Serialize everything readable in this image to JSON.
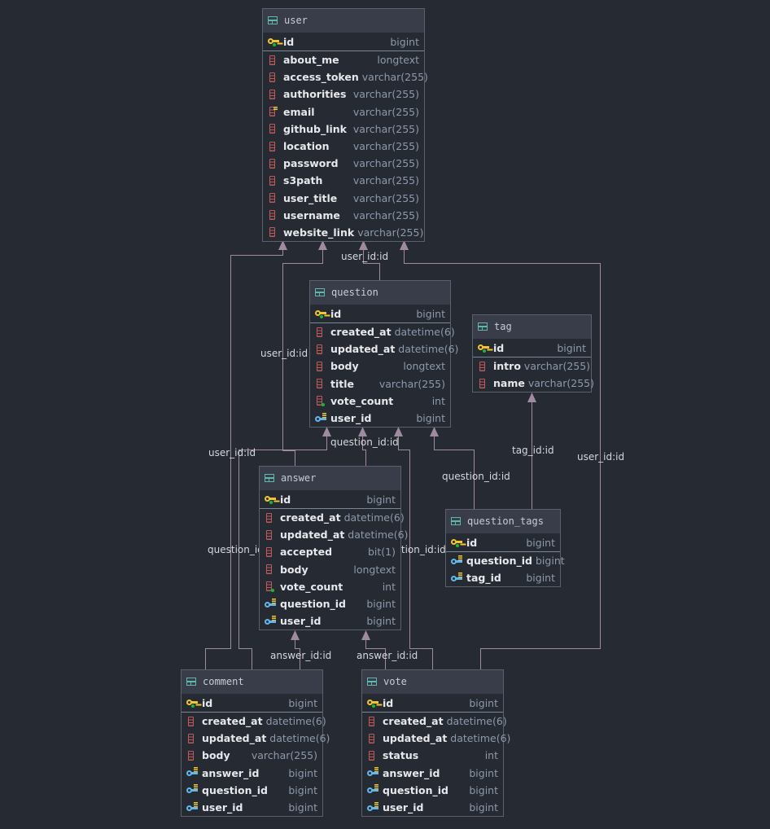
{
  "diagram": {
    "line_color": "#a08aa0",
    "tables": {
      "user": {
        "name": "user",
        "columns": [
          {
            "name": "id",
            "type": "bigint",
            "kind": "primary-key"
          },
          {
            "name": "about_me",
            "type": "longtext",
            "kind": "column"
          },
          {
            "name": "access_token",
            "type": "varchar(255)",
            "kind": "column"
          },
          {
            "name": "authorities",
            "type": "varchar(255)",
            "kind": "column"
          },
          {
            "name": "email",
            "type": "varchar(255)",
            "kind": "unique-column"
          },
          {
            "name": "github_link",
            "type": "varchar(255)",
            "kind": "column"
          },
          {
            "name": "location",
            "type": "varchar(255)",
            "kind": "column"
          },
          {
            "name": "password",
            "type": "varchar(255)",
            "kind": "column"
          },
          {
            "name": "s3path",
            "type": "varchar(255)",
            "kind": "column"
          },
          {
            "name": "user_title",
            "type": "varchar(255)",
            "kind": "column"
          },
          {
            "name": "username",
            "type": "varchar(255)",
            "kind": "column"
          },
          {
            "name": "website_link",
            "type": "varchar(255)",
            "kind": "column"
          }
        ]
      },
      "question": {
        "name": "question",
        "columns": [
          {
            "name": "id",
            "type": "bigint",
            "kind": "primary-key"
          },
          {
            "name": "created_at",
            "type": "datetime(6)",
            "kind": "column"
          },
          {
            "name": "updated_at",
            "type": "datetime(6)",
            "kind": "column"
          },
          {
            "name": "body",
            "type": "longtext",
            "kind": "column"
          },
          {
            "name": "title",
            "type": "varchar(255)",
            "kind": "column"
          },
          {
            "name": "vote_count",
            "type": "int",
            "kind": "not-null-column"
          },
          {
            "name": "user_id",
            "type": "bigint",
            "kind": "foreign-key"
          }
        ]
      },
      "tag": {
        "name": "tag",
        "columns": [
          {
            "name": "id",
            "type": "bigint",
            "kind": "primary-key"
          },
          {
            "name": "intro",
            "type": "varchar(255)",
            "kind": "column"
          },
          {
            "name": "name",
            "type": "varchar(255)",
            "kind": "column"
          }
        ]
      },
      "answer": {
        "name": "answer",
        "columns": [
          {
            "name": "id",
            "type": "bigint",
            "kind": "primary-key"
          },
          {
            "name": "created_at",
            "type": "datetime(6)",
            "kind": "column"
          },
          {
            "name": "updated_at",
            "type": "datetime(6)",
            "kind": "column"
          },
          {
            "name": "accepted",
            "type": "bit(1)",
            "kind": "column"
          },
          {
            "name": "body",
            "type": "longtext",
            "kind": "column"
          },
          {
            "name": "vote_count",
            "type": "int",
            "kind": "not-null-column"
          },
          {
            "name": "question_id",
            "type": "bigint",
            "kind": "foreign-key"
          },
          {
            "name": "user_id",
            "type": "bigint",
            "kind": "foreign-key"
          }
        ]
      },
      "question_tags": {
        "name": "question_tags",
        "columns": [
          {
            "name": "id",
            "type": "bigint",
            "kind": "primary-key"
          },
          {
            "name": "question_id",
            "type": "bigint",
            "kind": "foreign-key"
          },
          {
            "name": "tag_id",
            "type": "bigint",
            "kind": "foreign-key"
          }
        ]
      },
      "comment": {
        "name": "comment",
        "columns": [
          {
            "name": "id",
            "type": "bigint",
            "kind": "primary-key"
          },
          {
            "name": "created_at",
            "type": "datetime(6)",
            "kind": "column"
          },
          {
            "name": "updated_at",
            "type": "datetime(6)",
            "kind": "column"
          },
          {
            "name": "body",
            "type": "varchar(255)",
            "kind": "column"
          },
          {
            "name": "answer_id",
            "type": "bigint",
            "kind": "foreign-key"
          },
          {
            "name": "question_id",
            "type": "bigint",
            "kind": "foreign-key"
          },
          {
            "name": "user_id",
            "type": "bigint",
            "kind": "foreign-key"
          }
        ]
      },
      "vote": {
        "name": "vote",
        "columns": [
          {
            "name": "id",
            "type": "bigint",
            "kind": "primary-key"
          },
          {
            "name": "created_at",
            "type": "datetime(6)",
            "kind": "column"
          },
          {
            "name": "updated_at",
            "type": "datetime(6)",
            "kind": "column"
          },
          {
            "name": "status",
            "type": "int",
            "kind": "column"
          },
          {
            "name": "answer_id",
            "type": "bigint",
            "kind": "foreign-key"
          },
          {
            "name": "question_id",
            "type": "bigint",
            "kind": "foreign-key"
          },
          {
            "name": "user_id",
            "type": "bigint",
            "kind": "foreign-key"
          }
        ]
      }
    },
    "relations": [
      {
        "from": "question",
        "to": "user",
        "label": "user_id:id"
      },
      {
        "from": "answer",
        "to": "user",
        "label": "user_id:id"
      },
      {
        "from": "comment",
        "to": "user",
        "label": "user_id:id"
      },
      {
        "from": "vote",
        "to": "user",
        "label": "user_id:id"
      },
      {
        "from": "answer",
        "to": "question",
        "label": "question_id:id"
      },
      {
        "from": "comment",
        "to": "question",
        "label": "question_id:id"
      },
      {
        "from": "vote",
        "to": "question",
        "label": "question_id:id"
      },
      {
        "from": "question_tags",
        "to": "question",
        "label": "question_id:id"
      },
      {
        "from": "question_tags",
        "to": "tag",
        "label": "tag_id:id"
      },
      {
        "from": "comment",
        "to": "answer",
        "label": "answer_id:id"
      },
      {
        "from": "vote",
        "to": "answer",
        "label": "answer_id:id"
      }
    ]
  }
}
